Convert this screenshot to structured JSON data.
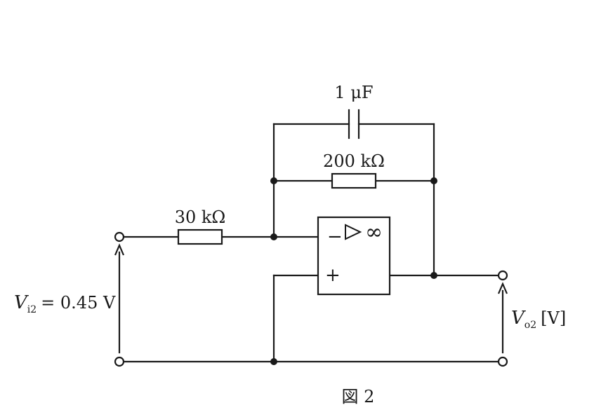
{
  "labels": {
    "capacitor": "1 μF",
    "feedback_resistor": "200 kΩ",
    "input_resistor": "30 kΩ",
    "input_voltage_symbol": "V",
    "input_voltage_subscript": "i2",
    "input_voltage_value": "= 0.45 V",
    "output_voltage_symbol": "V",
    "output_voltage_subscript": "o2",
    "output_voltage_unit": "[V]",
    "opamp_inverting": "−",
    "opamp_noninverting": "+",
    "opamp_gain": "∞",
    "figure_caption": "図 2"
  }
}
